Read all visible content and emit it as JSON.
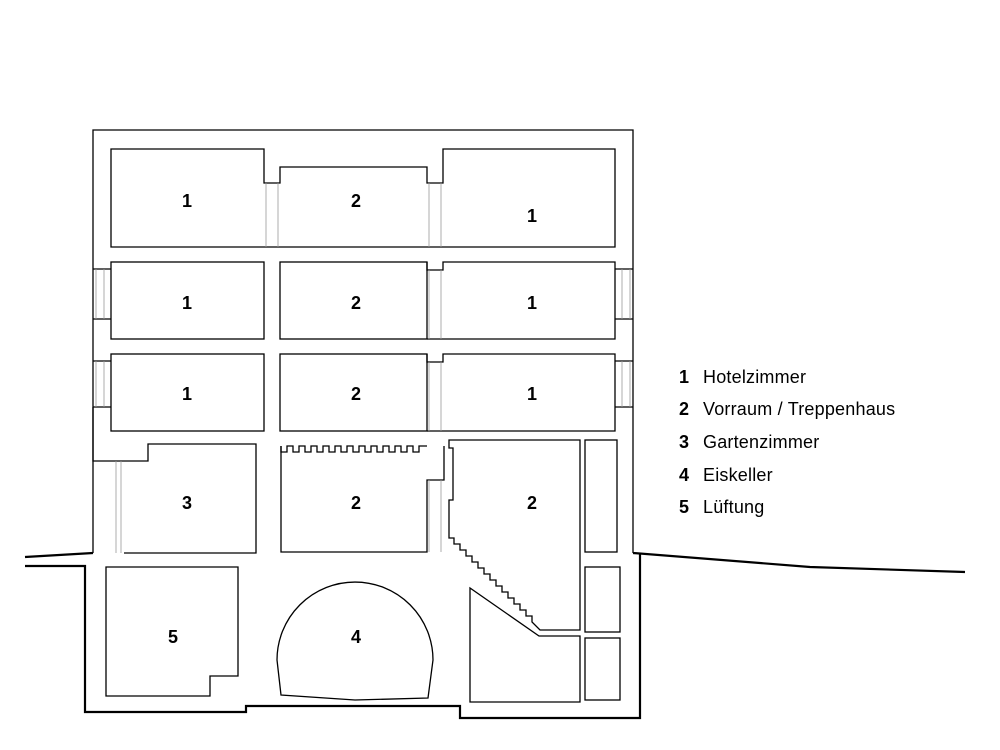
{
  "rooms": [
    {
      "num": "1"
    },
    {
      "num": "2"
    },
    {
      "num": "1"
    },
    {
      "num": "1"
    },
    {
      "num": "2"
    },
    {
      "num": "1"
    },
    {
      "num": "1"
    },
    {
      "num": "2"
    },
    {
      "num": "1"
    },
    {
      "num": "3"
    },
    {
      "num": "2"
    },
    {
      "num": "2"
    },
    {
      "num": "5"
    },
    {
      "num": "4"
    }
  ],
  "legend": [
    {
      "num": "1",
      "label": "Hotelzimmer"
    },
    {
      "num": "2",
      "label": "Vorraum / Treppenhaus"
    },
    {
      "num": "3",
      "label": "Gartenzimmer"
    },
    {
      "num": "4",
      "label": "Eiskeller"
    },
    {
      "num": "5",
      "label": "Lüftung"
    }
  ]
}
